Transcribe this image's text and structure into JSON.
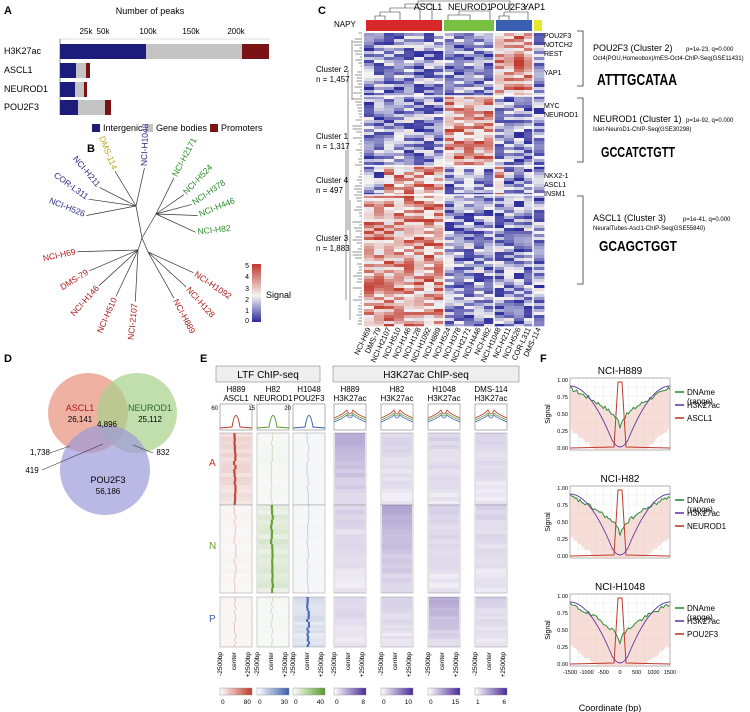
{
  "panels": {
    "A": {
      "label": "A",
      "axis_title": "Number of peaks",
      "ticks": [
        "25k",
        "50k",
        "100k",
        "150k",
        "200k"
      ],
      "legend": [
        {
          "name": "Intergenic",
          "color": "#1c1c7a"
        },
        {
          "name": "Gene bodies",
          "color": "#c4c4c4"
        },
        {
          "name": "Promoters",
          "color": "#7a1414"
        }
      ]
    },
    "B": {
      "label": "B",
      "leaves": [
        {
          "name": "NCI-H1048",
          "color": "#2a2a8a"
        },
        {
          "name": "DMS-114",
          "color": "#b8a62a"
        },
        {
          "name": "NCI-H211",
          "color": "#2a2a8a"
        },
        {
          "name": "COR-L311",
          "color": "#2a2a8a"
        },
        {
          "name": "NCI-H526",
          "color": "#2a2a8a"
        },
        {
          "name": "NCI-H2171",
          "color": "#2a8a2a"
        },
        {
          "name": "NCI-H524",
          "color": "#2a8a2a"
        },
        {
          "name": "NCI-H378",
          "color": "#2a8a2a"
        },
        {
          "name": "NCI-H446",
          "color": "#2a8a2a"
        },
        {
          "name": "NCI-H82",
          "color": "#2a8a2a"
        },
        {
          "name": "NCI-H69",
          "color": "#b01818"
        },
        {
          "name": "DMS-79",
          "color": "#b01818"
        },
        {
          "name": "NCI-H146",
          "color": "#b01818"
        },
        {
          "name": "NCI-H510",
          "color": "#b01818"
        },
        {
          "name": "NCI-2107",
          "color": "#b01818"
        },
        {
          "name": "NCI-H889",
          "color": "#b01818"
        },
        {
          "name": "NCI-H128",
          "color": "#b01818"
        },
        {
          "name": "NCI-H1092",
          "color": "#b01818"
        }
      ]
    },
    "C": {
      "label": "C",
      "col_groups": [
        "ASCL1",
        "NEUROD1",
        "POU2F3",
        "YAP1"
      ],
      "row_label": "NAPY",
      "clusters": [
        {
          "name": "Cluster 2",
          "n": "n = 1,457"
        },
        {
          "name": "Cluster 1",
          "n": "n = 1,317"
        },
        {
          "name": "Cluster 4",
          "n": "n = 497"
        },
        {
          "name": "Cluster 3",
          "n": "n = 1,883"
        }
      ],
      "genes": [
        "POU2F3",
        "NOTCH2",
        "REST",
        "YAP1",
        "MYC",
        "NEUROD1",
        "NKX2-1",
        "ASCL1",
        "INSM1"
      ],
      "columns": [
        "NCI-H69",
        "DMS-79",
        "NCI-H2107",
        "NCI-H510",
        "NCI-H146",
        "NCI-H128",
        "NCI-H1092",
        "NCI-H889",
        "NCI-H524",
        "NCI-H378",
        "NCI-H2171",
        "NCI-H446",
        "NCI-H82",
        "NCI-H1048",
        "NCI-H211",
        "NCI-H526",
        "COR-L311",
        "DMS-114"
      ],
      "scale_ticks": [
        "5",
        "4",
        "3",
        "2",
        "1",
        "0"
      ],
      "scale_title": "Signal",
      "motifs": [
        {
          "title": "POU2F3 (Cluster 2)",
          "stats": "p=1e-23, q=0.000",
          "source": "Oct4(POU,Homeobox)/mES-Oct4-ChIP-Seq(GSE11431)",
          "logo": "ATTTGCATAA"
        },
        {
          "title": "NEUROD1 (Cluster 1)",
          "stats": "p=1e-92, q=0.000",
          "source": "Islet-NeuroD1-ChIP-Seq(GSE30298)",
          "logo": "GCCATCTGTT"
        },
        {
          "title": "ASCL1 (Cluster 3)",
          "stats": "p=1e-41, q=0.000",
          "source": "NeuralTubes-Ascl1-ChIP-Seq(GSE55840)",
          "logo": "GCAGCTGGT"
        }
      ]
    },
    "D": {
      "label": "D",
      "sets": [
        {
          "name": "ASCL1",
          "value": "26,141",
          "color": "#e8907a"
        },
        {
          "name": "NEUROD1",
          "value": "25,112",
          "color": "#a6d08a"
        },
        {
          "name": "POU2F3",
          "value": "56,186",
          "color": "#9c9ad8"
        }
      ],
      "overlaps": {
        "a_n": "4,896",
        "a_p": "1,738",
        "n_p": "832",
        "all": "419"
      }
    },
    "E": {
      "label": "E",
      "group1_title": "LTF ChIP-seq",
      "group2_title": "H3K27ac ChIP-seq",
      "cols": [
        {
          "cell": "H889",
          "mark": "ASCL1",
          "ymax": "60"
        },
        {
          "cell": "H82",
          "mark": "NEUROD1",
          "ymax": "15"
        },
        {
          "cell": "H1048",
          "mark": "POU2F3",
          "ymax": "20"
        },
        {
          "cell": "H889",
          "mark": "H3K27ac",
          "ymax": ""
        },
        {
          "cell": "H82",
          "mark": "H3K27ac",
          "ymax": ""
        },
        {
          "cell": "H1048",
          "mark": "H3K27ac",
          "ymax": ""
        },
        {
          "cell": "DMS-114",
          "mark": "H3K27ac",
          "ymax": ""
        }
      ],
      "rows": [
        {
          "name": "A",
          "color": "#c0392b"
        },
        {
          "name": "N",
          "color": "#6b9b2a"
        },
        {
          "name": "P",
          "color": "#3a5fb0"
        }
      ],
      "xticks": [
        "-2500bp",
        "center",
        "+2500bp"
      ],
      "scales": [
        {
          "min": "0",
          "max": "80"
        },
        {
          "min": "0",
          "max": "30"
        },
        {
          "min": "0",
          "max": "40"
        },
        {
          "min": "0",
          "max": "8"
        },
        {
          "min": "0",
          "max": "10"
        },
        {
          "min": "0",
          "max": "15"
        },
        {
          "min": "1",
          "max": "6"
        }
      ]
    },
    "F": {
      "label": "F",
      "plots": [
        {
          "title": "NCI-H889",
          "legend": [
            "DNAme (range)",
            "H3K27ac",
            "ASCL1"
          ]
        },
        {
          "title": "NCI-H82",
          "legend": [
            "DNAme (range)",
            "H3K27ac",
            "NEUROD1"
          ]
        },
        {
          "title": "NCI-H1048",
          "legend": [
            "DNAme (range)",
            "H3K27ac",
            "POU2F3"
          ]
        }
      ],
      "yticks": [
        "1.00",
        "0.75",
        "0.50",
        "0.25",
        "0.00"
      ],
      "xticks": [
        "-1500",
        "-1000",
        "-500",
        "0",
        "500",
        "1000",
        "1500"
      ],
      "ylabel": "Signal",
      "xlabel": "Coordinate (bp)",
      "line_colors": {
        "dname": "#2e8b3a",
        "h3k27ac": "#6a3aa8",
        "tf": "#c0392b"
      }
    }
  }
}
